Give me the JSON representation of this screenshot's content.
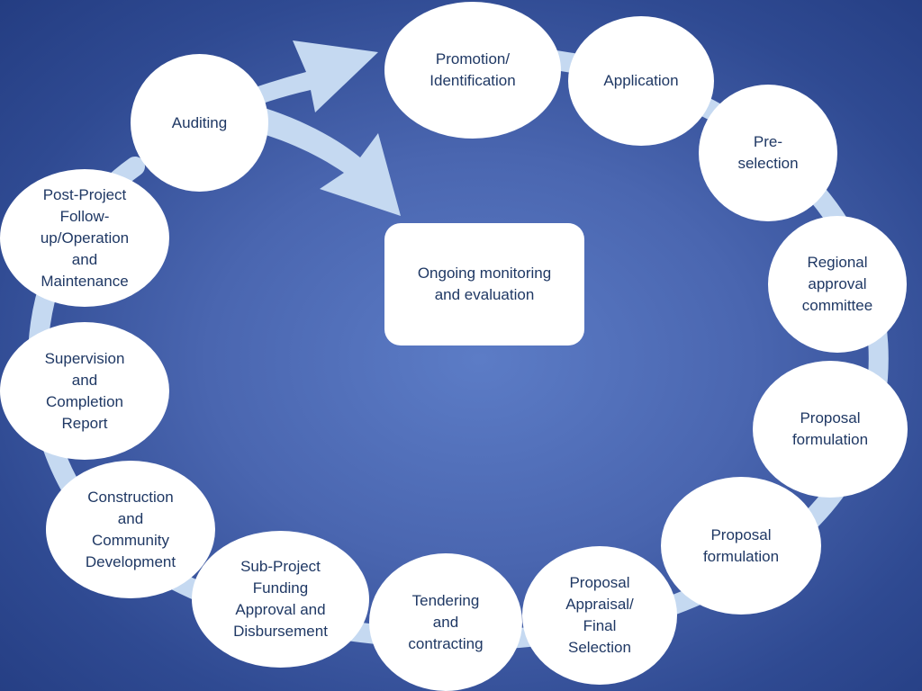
{
  "colors": {
    "ring": "#c5d9f1",
    "node_fill": "#ffffff",
    "text": "#1f3864",
    "background": "#4a66b0"
  },
  "center": {
    "text": "Ongoing monitoring\nand evaluation"
  },
  "nodes": [
    {
      "id": "promotion",
      "text": "Promotion/\nIdentification"
    },
    {
      "id": "application",
      "text": "Application"
    },
    {
      "id": "pre-selection",
      "text": "Pre-\nselection"
    },
    {
      "id": "regional-approval",
      "text": "Regional\napproval\ncommittee"
    },
    {
      "id": "proposal-formulation-1",
      "text": "Proposal\nformulation"
    },
    {
      "id": "proposal-formulation-2",
      "text": "Proposal\nformulation"
    },
    {
      "id": "proposal-appraisal",
      "text": "Proposal\nAppraisal/\nFinal\nSelection"
    },
    {
      "id": "tendering",
      "text": "Tendering\nand\ncontracting"
    },
    {
      "id": "sub-project-funding",
      "text": "Sub-Project\nFunding\nApproval and\nDisbursement"
    },
    {
      "id": "construction",
      "text": "Construction\nand\nCommunity\nDevelopment"
    },
    {
      "id": "supervision",
      "text": "Supervision\nand\nCompletion\nReport"
    },
    {
      "id": "post-project",
      "text": "Post-Project\nFollow-\nup/Operation\nand\nMaintenance"
    },
    {
      "id": "auditing",
      "text": "Auditing"
    }
  ]
}
